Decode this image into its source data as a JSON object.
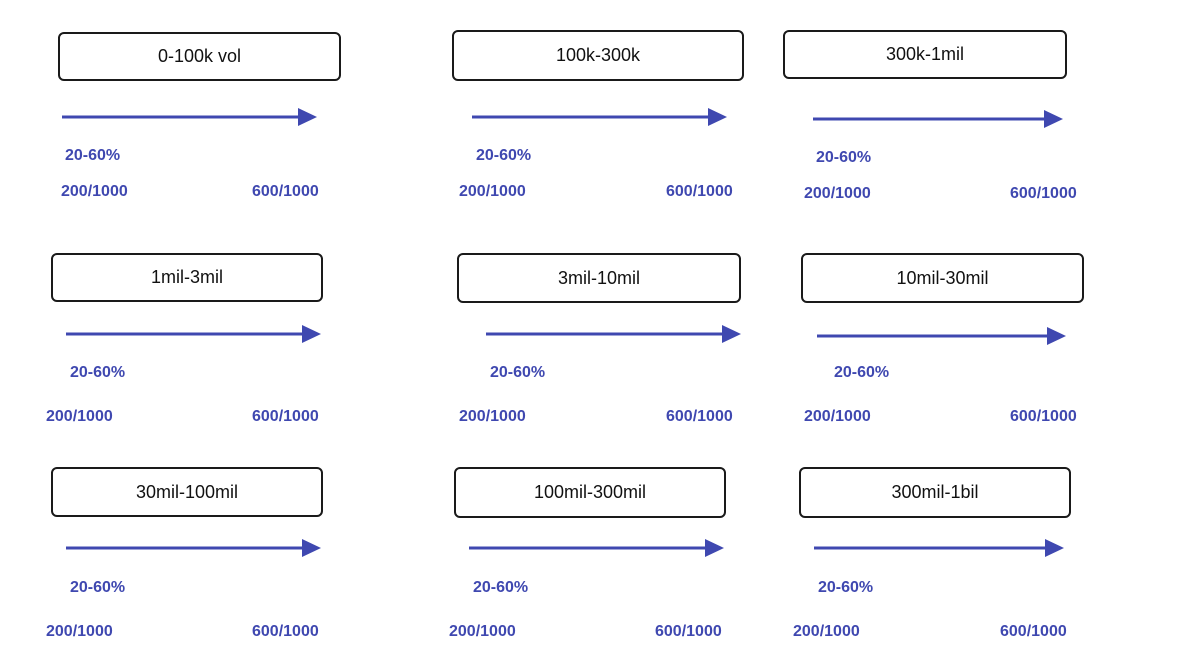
{
  "accent_color": "#3f48b0",
  "ranges": [
    {
      "label": "0-100k vol",
      "percent": "20-60%",
      "low": "200/1000",
      "high": "600/1000"
    },
    {
      "label": "100k-300k",
      "percent": "20-60%",
      "low": "200/1000",
      "high": "600/1000"
    },
    {
      "label": "300k-1mil",
      "percent": "20-60%",
      "low": "200/1000",
      "high": "600/1000"
    },
    {
      "label": "1mil-3mil",
      "percent": "20-60%",
      "low": "200/1000",
      "high": "600/1000"
    },
    {
      "label": "3mil-10mil",
      "percent": "20-60%",
      "low": "200/1000",
      "high": "600/1000"
    },
    {
      "label": "10mil-30mil",
      "percent": "20-60%",
      "low": "200/1000",
      "high": "600/1000"
    },
    {
      "label": "30mil-100mil",
      "percent": "20-60%",
      "low": "200/1000",
      "high": "600/1000"
    },
    {
      "label": "100mil-300mil",
      "percent": "20-60%",
      "low": "200/1000",
      "high": "600/1000"
    },
    {
      "label": "300mil-1bil",
      "percent": "20-60%",
      "low": "200/1000",
      "high": "600/1000"
    }
  ]
}
